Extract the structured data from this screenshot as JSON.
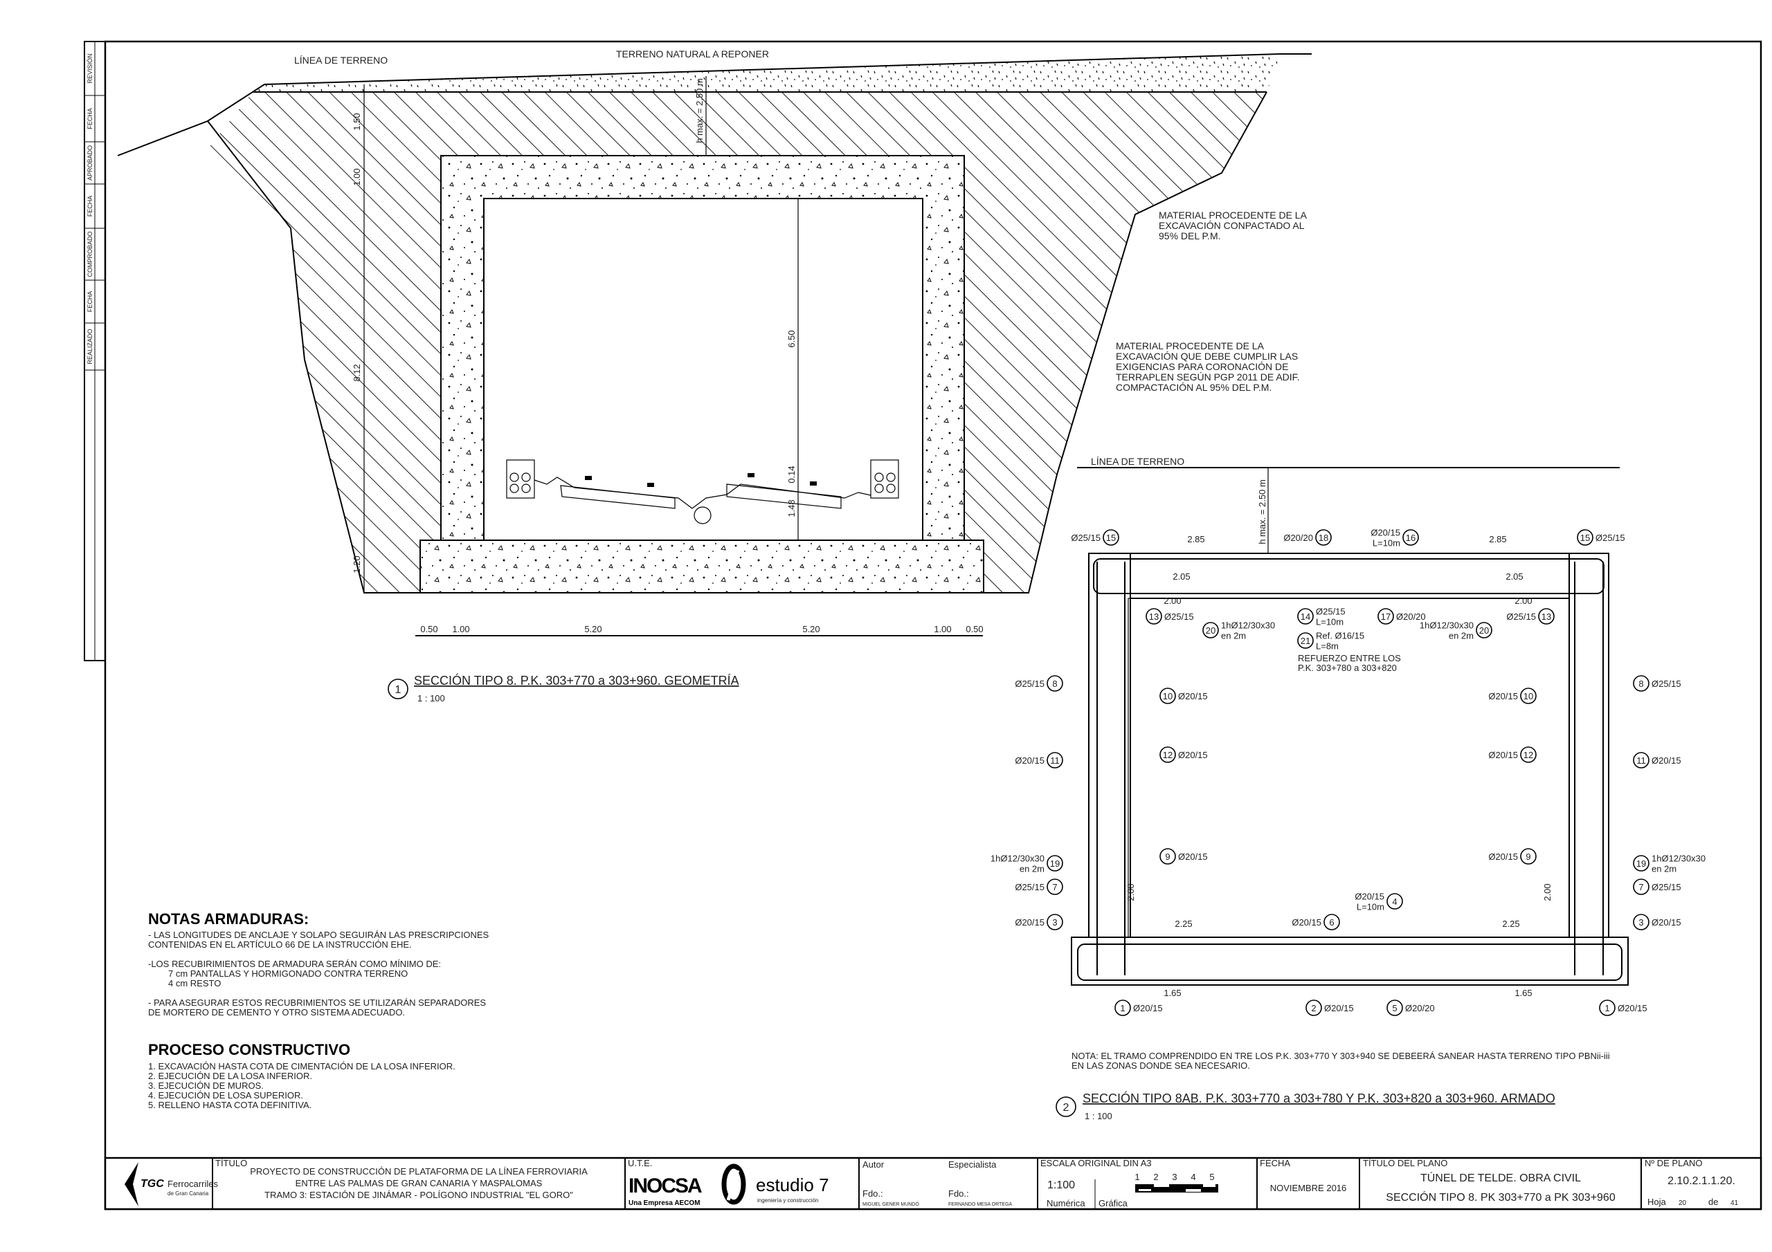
{
  "revision_strip": [
    "REVISIÓN",
    "FECHA",
    "APROBADO",
    "FECHA",
    "COMPROBADO",
    "FECHA",
    "REALIZADO"
  ],
  "section1": {
    "terrain_line_label": "LÍNEA DE TERRENO",
    "natural_fill_label": "TERRENO NATURAL A REPONER",
    "material_1": [
      "MATERIAL PROCEDENTE DE LA",
      "EXCAVACIÓN CONPACTADO AL",
      "95% DEL P.M."
    ],
    "material_2": [
      "MATERIAL PROCEDENTE DE LA",
      "EXCAVACIÓN QUE DEBE CUMPLIR LAS",
      "EXIGENCIAS PARA CORONACIÓN DE",
      "TERRAPLEN SEGÚN PGP 2011 DE ADIF.",
      "COMPACTACIÓN AL 95% DEL P.M."
    ],
    "horizontal_dims": [
      "0.50",
      "1.00",
      "5.20",
      "5.20",
      "1.00",
      "0.50"
    ],
    "vertical_dims": [
      "1.50",
      "1.00",
      "8.12",
      "1.20"
    ],
    "inner_dims": [
      "6.50",
      "0.14",
      "1.48"
    ],
    "hmax": "h max. = 2.50 m",
    "number": "1",
    "title": "SECCIÓN TIPO 8. P.K. 303+770 a 303+960. GEOMETRÍA",
    "scale": "1 : 100"
  },
  "section2": {
    "terrain_line_label": "LÍNEA DE TERRENO",
    "hmax": "h max. = 2.50 m",
    "callouts": [
      {
        "n": "15",
        "text": [
          "Ø25/15"
        ]
      },
      {
        "n": "18",
        "text": [
          "Ø20/20"
        ]
      },
      {
        "n": "16",
        "text": [
          "Ø20/15",
          "L=10m"
        ]
      },
      {
        "n": "15",
        "text": [
          "Ø25/15"
        ]
      },
      {
        "n": "13",
        "text": [
          "Ø25/15"
        ]
      },
      {
        "n": "20",
        "text": [
          "1hØ12/30x30",
          "en 2m"
        ]
      },
      {
        "n": "14",
        "text": [
          "Ø25/15",
          "L=10m"
        ]
      },
      {
        "n": "21",
        "text": [
          "Ref. Ø16/15",
          "L=8m"
        ]
      },
      {
        "n": "17",
        "text": [
          "Ø20/20"
        ]
      },
      {
        "n": "20",
        "text": [
          "1hØ12/30x30",
          "en 2m"
        ]
      },
      {
        "n": "13",
        "text": [
          "Ø25/15"
        ]
      },
      {
        "n": "8",
        "text": [
          "Ø25/15"
        ]
      },
      {
        "n": "8",
        "text": [
          "Ø25/15"
        ]
      },
      {
        "n": "10",
        "text": [
          "Ø20/15"
        ]
      },
      {
        "n": "10",
        "text": [
          "Ø20/15"
        ]
      },
      {
        "n": "12",
        "text": [
          "Ø20/15"
        ]
      },
      {
        "n": "12",
        "text": [
          "Ø20/15"
        ]
      },
      {
        "n": "11",
        "text": [
          "Ø20/15"
        ]
      },
      {
        "n": "11",
        "text": [
          "Ø20/15"
        ]
      },
      {
        "n": "19",
        "text": [
          "1hØ12/30x30",
          "en 2m"
        ]
      },
      {
        "n": "19",
        "text": [
          "1hØ12/30x30",
          "en 2m"
        ]
      },
      {
        "n": "9",
        "text": [
          "Ø20/15"
        ]
      },
      {
        "n": "9",
        "text": [
          "Ø20/15"
        ]
      },
      {
        "n": "7",
        "text": [
          "Ø25/15"
        ]
      },
      {
        "n": "7",
        "text": [
          "Ø25/15"
        ]
      },
      {
        "n": "3",
        "text": [
          "Ø20/15"
        ]
      },
      {
        "n": "3",
        "text": [
          "Ø20/15"
        ]
      },
      {
        "n": "6",
        "text": [
          "Ø20/15"
        ]
      },
      {
        "n": "4",
        "text": [
          "Ø20/15",
          "L=10m"
        ]
      },
      {
        "n": "1",
        "text": [
          "Ø20/15"
        ]
      },
      {
        "n": "2",
        "text": [
          "Ø20/15"
        ]
      },
      {
        "n": "5",
        "text": [
          "Ø20/20"
        ]
      },
      {
        "n": "1",
        "text": [
          "Ø20/15"
        ]
      }
    ],
    "reinforcement_note": [
      "REFUERZO ENTRE LOS",
      "P.K. 303+780 a 303+820"
    ],
    "dims": [
      "2.85",
      "2.85",
      "2.05",
      "2.05",
      "2.00",
      "2.00",
      "2.25",
      "2.25",
      "1.65",
      "1.65",
      "2.00",
      "2.00"
    ],
    "note": [
      "NOTA: EL TRAMO COMPRENDIDO EN TRE LOS P.K. 303+770 Y 303+940 SE DEBEERÁ SANEAR HASTA TERRENO TIPO PBNii-iii",
      "EN LAS ZONAS DONDE SEA NECESARIO."
    ],
    "number": "2",
    "title": "SECCIÓN TIPO 8AB. P.K. 303+770 a 303+780 Y P.K. 303+820 a 303+960. ARMADO",
    "scale": "1 : 100"
  },
  "notes": {
    "heading": "NOTAS ARMADURAS:",
    "lines": [
      "- LAS LONGITUDES DE ANCLAJE Y SOLAPO SEGUIRÁN LAS PRESCRIPCIONES",
      "CONTENIDAS EN EL ARTÍCULO 66 DE LA INSTRUCCIÓN EHE.",
      "-LOS RECUBIRIMIENTOS DE ARMADURA SERÁN COMO MÍNIMO DE:",
      "7 cm PANTALLAS Y HORMIGONADO CONTRA TERRENO",
      "4 cm RESTO",
      "- PARA ASEGURAR ESTOS RECUBRIMIENTOS SE UTILIZARÁN SEPARADORES",
      "DE MORTERO DE CEMENTO Y OTRO SISTEMA ADECUADO."
    ]
  },
  "process": {
    "heading": "PROCESO CONSTRUCTIVO",
    "steps": [
      "1. EXCAVACIÓN HASTA COTA DE CIMENTACIÓN DE LA LOSA INFERIOR.",
      "2. EJECUCIÓN DE LA LOSA INFERIOR.",
      "3. EJECUCIÓN DE MUROS.",
      "4. EJECUCIÓN DE LOSA SUPERIOR.",
      "5. RELLENO HASTA COTA DEFINITIVA."
    ]
  },
  "title_block": {
    "client_logo": "TGC",
    "client_name": "Ferrocarriles",
    "client_sub": "de Gran Canaria",
    "titulo_label": "TÍTULO",
    "titulo_lines": [
      "PROYECTO DE CONSTRUCCIÓN DE PLATAFORMA DE LA LÍNEA FERROVIARIA",
      "ENTRE LAS PALMAS DE GRAN CANARIA Y MASPALOMAS",
      "TRAMO 3: ESTACIÓN DE JINÁMAR - POLÍGONO INDUSTRIAL \"EL GORO\""
    ],
    "ute_label": "U.T.E.",
    "inocsa": "INOCSA",
    "inocsa_sub": "Una Empresa AECOM",
    "estudio": "estudio 7",
    "estudio_sub": "ingeniería y construcción",
    "autor_label": "Autor",
    "especialista_label": "Especialista",
    "fdo1": "Fdo.:",
    "fdo2": "Fdo.:",
    "autor_name": "MIGUEL GENER MUNDÓ",
    "especialista_name": "FERNANDO MESA ORTEGA",
    "escala_label": "ESCALA ORIGINAL DIN A3",
    "escala": "1:100",
    "scale_ticks": [
      "1",
      "2",
      "3",
      "4",
      "5"
    ],
    "numerica": "Numérica",
    "grafica": "Gráfica",
    "fecha_label": "FECHA",
    "fecha": "NOVIEMBRE 2016",
    "titulo_plano_label": "TÍTULO DEL PLANO",
    "titulo_plano_1": "TÚNEL DE TELDE. OBRA CIVIL",
    "titulo_plano_2": "SECCIÓN TIPO 8. PK 303+770 a PK 303+960",
    "plano_label": "Nº DE PLANO",
    "plano": "2.10.2.1.1.20.",
    "hoja_label": "Hoja",
    "hoja": "20",
    "de_label": "de",
    "total": "41"
  }
}
